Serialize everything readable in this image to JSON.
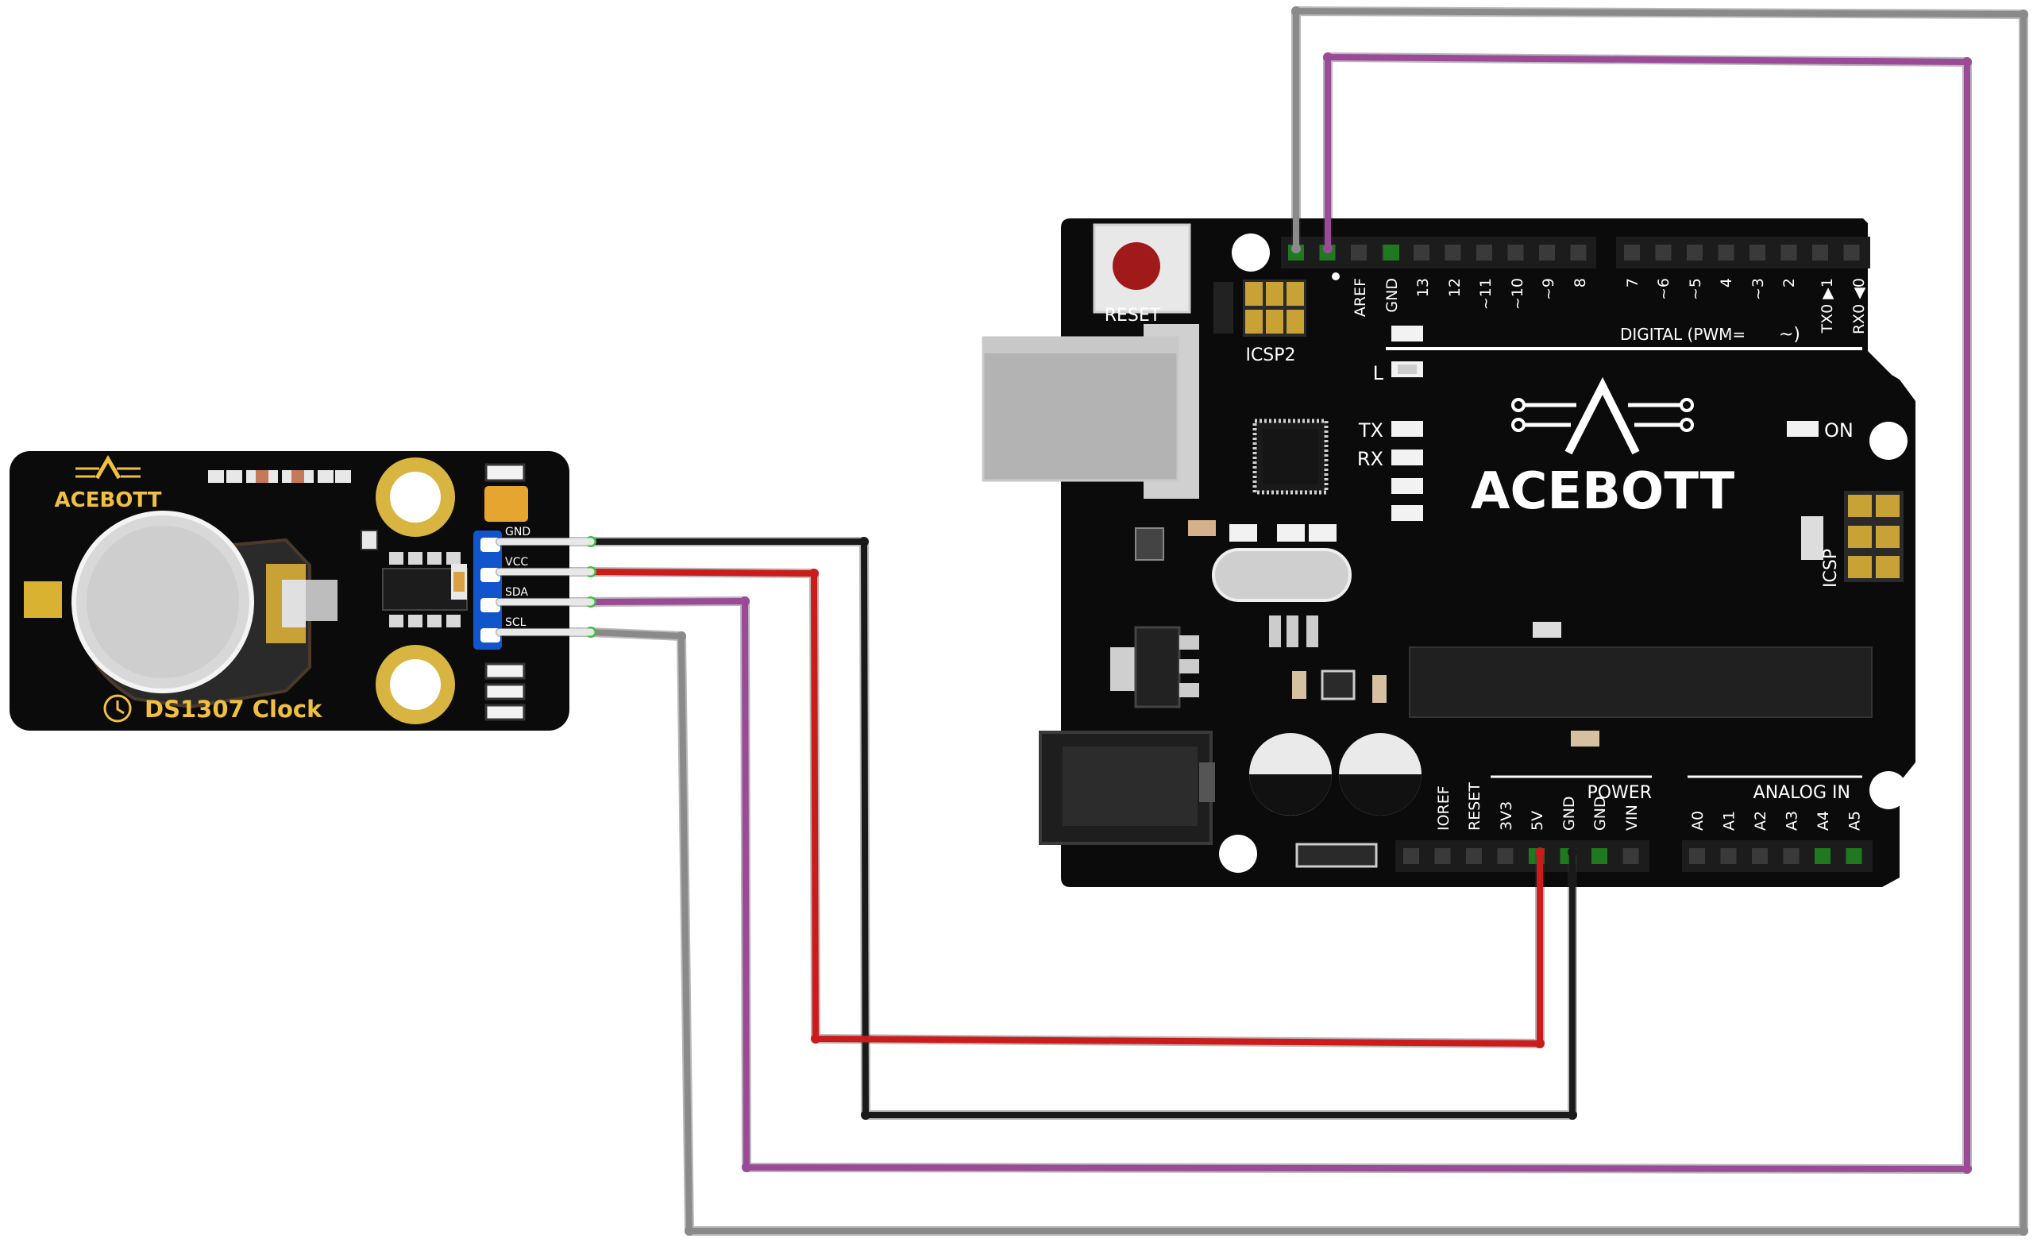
{
  "module": {
    "brand": "ACEBOTT",
    "name": "DS1307 Clock",
    "pins": [
      "GND",
      "VCC",
      "SDA",
      "SCL"
    ]
  },
  "uno": {
    "brand": "ACEBOTT",
    "reset": "RESET",
    "icsp2": "ICSP2",
    "icsp": "ICSP",
    "digital_header": "DIGITAL (PWM=",
    "digital_tilde": "~)",
    "led_l": "L",
    "led_tx": "TX",
    "led_rx": "RX",
    "on": "ON",
    "power": "POWER",
    "analog": "ANALOG IN",
    "top_pins": [
      "AREF",
      "GND",
      "13",
      "12",
      "~11",
      "~10",
      "~9",
      "8",
      "7",
      "~6",
      "~5",
      "4",
      "~3",
      "2",
      "TX0 ▶1",
      "RX0 ◀0"
    ],
    "power_pins": [
      "IOREF",
      "RESET",
      "3V3",
      "5V",
      "GND",
      "GND",
      "VIN"
    ],
    "analog_pins": [
      "A0",
      "A1",
      "A2",
      "A3",
      "A4",
      "A5"
    ]
  },
  "connections": [
    {
      "from": "GND",
      "to": "GND",
      "color": "#1a1a1a"
    },
    {
      "from": "VCC",
      "to": "5V",
      "color": "#cc1b1b"
    },
    {
      "from": "SDA",
      "to": "SDA (header)",
      "color": "#9b4a97"
    },
    {
      "from": "SCL",
      "to": "SCL (header)",
      "color": "#8a8a8a"
    }
  ]
}
